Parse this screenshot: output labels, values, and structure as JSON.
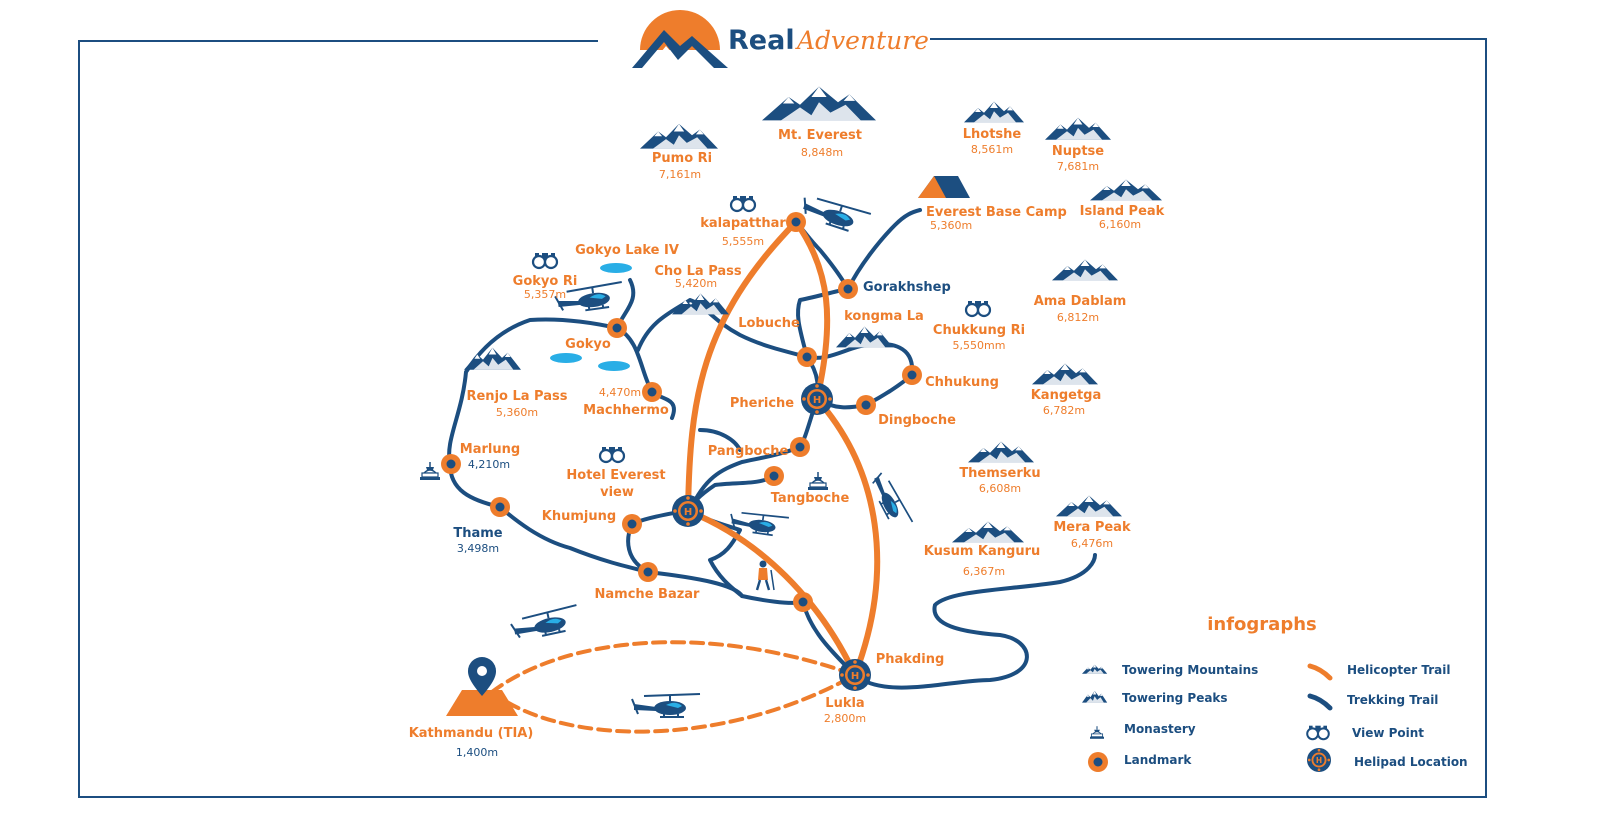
{
  "brand": {
    "word1": "Real",
    "word2": "Adventure"
  },
  "peaks": [
    {
      "name": "Mt. Everest",
      "alt": "8,848m"
    },
    {
      "name": "Pumo Ri",
      "alt": "7,161m"
    },
    {
      "name": "Lhotshe",
      "alt": "8,561m"
    },
    {
      "name": "Nuptse",
      "alt": "7,681m"
    },
    {
      "name": "Island Peak",
      "alt": "6,160m"
    },
    {
      "name": "Ama Dablam",
      "alt": "6,812m"
    },
    {
      "name": "Kangetga",
      "alt": "6,782m"
    },
    {
      "name": "Themserku",
      "alt": "6,608m"
    },
    {
      "name": "Kusum Kanguru",
      "alt": "6,367m"
    },
    {
      "name": "Mera Peak",
      "alt": "6,476m"
    }
  ],
  "places": {
    "kalapatthar": {
      "name": "kalapatthar",
      "alt": "5,555m"
    },
    "ebc": {
      "name": "Everest Base Camp",
      "alt": "5,360m"
    },
    "gokyo_lake": {
      "name": "Gokyo Lake IV"
    },
    "gokyo_ri": {
      "name": "Gokyo Ri",
      "alt": "5,357m"
    },
    "cho_la": {
      "name": "Cho La Pass",
      "alt": "5,420m"
    },
    "gorakhshep": {
      "name": "Gorakhshep"
    },
    "lobuche": {
      "name": "Lobuche"
    },
    "kongma_la": {
      "name": "kongma La"
    },
    "chukkung_ri": {
      "name": "Chukkung Ri",
      "alt": "5,550mm"
    },
    "gokyo": {
      "name": "Gokyo"
    },
    "renjo": {
      "name": "Renjo La Pass",
      "alt": "5,360m"
    },
    "machhermo": {
      "name": "Machhermo",
      "alt": "4,470m"
    },
    "pheriche": {
      "name": "Pheriche"
    },
    "chhukung": {
      "name": "Chhukung"
    },
    "dingboche": {
      "name": "Dingboche"
    },
    "marlung": {
      "name": "Marlung",
      "alt": "4,210m"
    },
    "hotel": {
      "line1": "Hotel Everest",
      "line2": "view"
    },
    "pangboche": {
      "name": "Pangboche"
    },
    "tangboche": {
      "name": "Tangboche"
    },
    "khumjung": {
      "name": "Khumjung"
    },
    "thame": {
      "name": "Thame",
      "alt": "3,498m"
    },
    "namche": {
      "name": "Namche Bazar"
    },
    "phakding": {
      "name": "Phakding"
    },
    "lukla": {
      "name": "Lukla",
      "alt": "2,800m"
    },
    "kathmandu": {
      "name": "Kathmandu (TIA)",
      "alt": "1,400m"
    }
  },
  "legend": {
    "title": "infographs",
    "items": [
      {
        "label": "Towering Mountains",
        "icon": "small-mountains-icon"
      },
      {
        "label": "Towering Peaks",
        "icon": "peak-icon"
      },
      {
        "label": "Monastery",
        "icon": "monastery-icon"
      },
      {
        "label": "Landmark",
        "icon": "landmark-dot-icon"
      },
      {
        "label": "Helicopter Trail",
        "icon": "orange-trail-icon"
      },
      {
        "label": "Trekking Trail",
        "icon": "blue-trail-icon"
      },
      {
        "label": "View Point",
        "icon": "binoculars-icon"
      },
      {
        "label": "Helipad Location",
        "icon": "helipad-icon"
      }
    ]
  },
  "colors": {
    "orange": "#ee7d2c",
    "blue": "#1c4e80",
    "lake": "#29aee6",
    "frame": "#1c4e80"
  }
}
